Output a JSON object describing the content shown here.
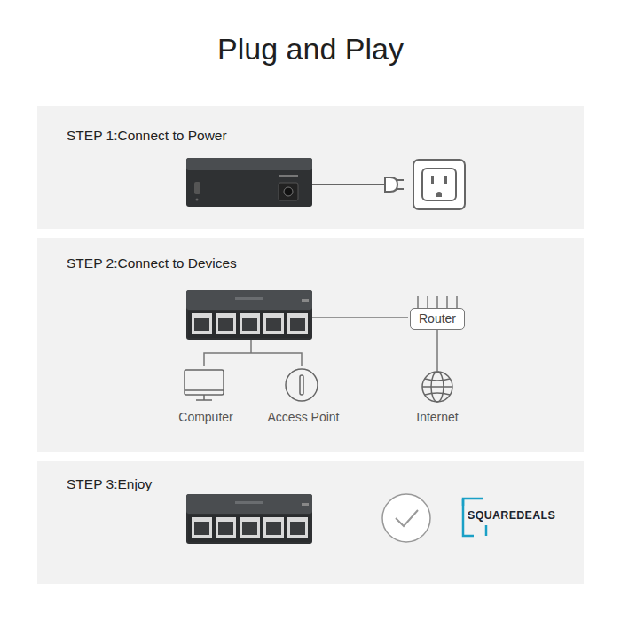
{
  "diagram": {
    "title": "Plug and Play",
    "nodes": [
      {
        "text": [
          "STEP 1:Connect to Power"
        ]
      },
      {
        "text": [
          "STEP 2:Connect to Devices"
        ]
      },
      {
        "text": [
          "Router"
        ],
        "in": 1
      },
      {
        "text": [
          "Computer"
        ],
        "in": 1
      },
      {
        "text": [
          "Access Point"
        ],
        "in": 1
      },
      {
        "text": [
          "Internet"
        ],
        "in": 1
      },
      {
        "text": [
          "STEP 3:Enjoy"
        ]
      }
    ],
    "edges": [
      {
        "from": 2,
        "to": 5,
        "arrow": "none"
      }
    ],
    "labels": [
      "SQUAREDEALS"
    ]
  }
}
